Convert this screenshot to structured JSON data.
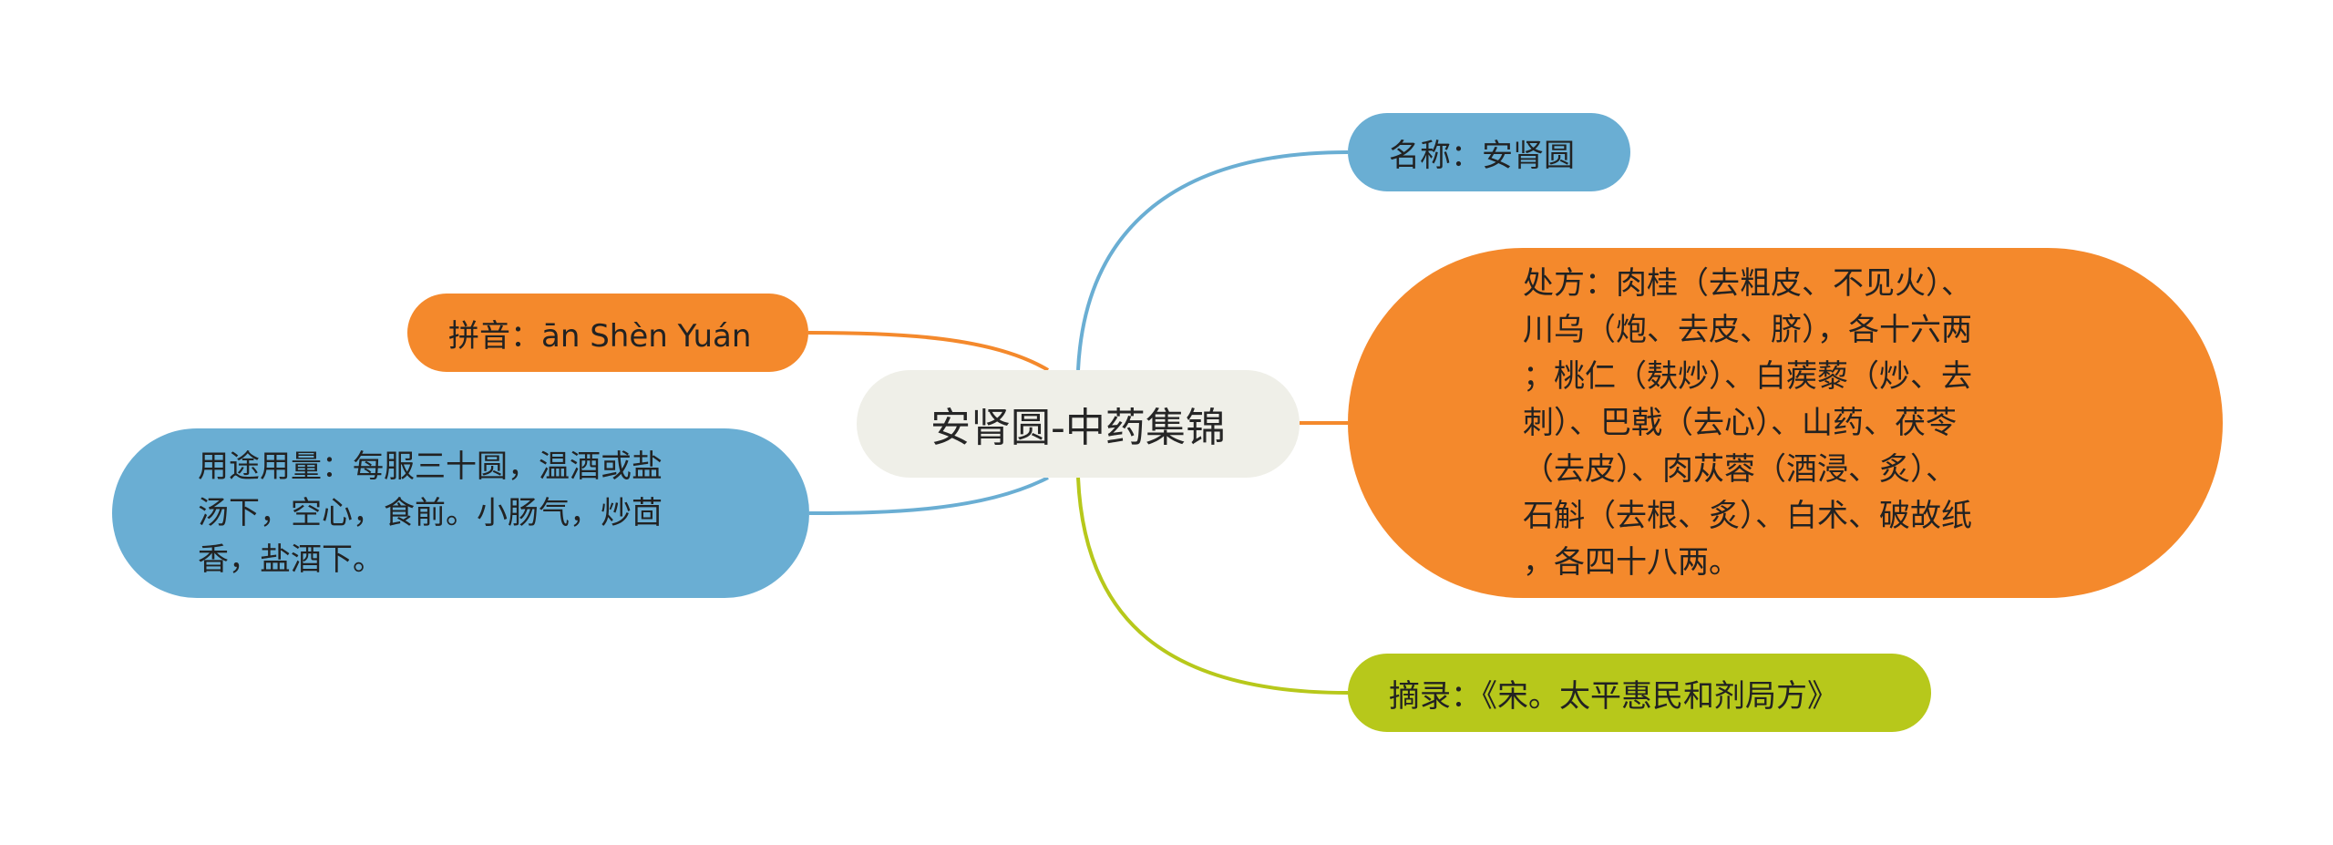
{
  "colors": {
    "background": "#ffffff",
    "center_fill": "#efefe8",
    "blue": "#6aaed3",
    "orange": "#f4892c",
    "green": "#b7c81b",
    "connector_blue": "#6aaed3",
    "connector_orange": "#f4892c",
    "connector_green": "#b7c81b"
  },
  "mindmap": {
    "center": {
      "text": "安肾圆-中药集锦"
    },
    "nodes": {
      "name": {
        "text": "名称：安肾圆",
        "color": "blue"
      },
      "pinyin": {
        "text": "拼音：ān Shèn Yuán",
        "color": "orange"
      },
      "usage": {
        "text": "用途用量：每服三十圆，温酒或盐\n汤下，空心，食前。小肠气，炒茴\n香，盐酒下。",
        "color": "blue"
      },
      "formula": {
        "text": "处方：肉桂（去粗皮、不见火）、\n川乌（炮、去皮、脐），各十六两\n；桃仁（麸炒）、白蒺藜（炒、去\n刺）、巴戟（去心）、山药、茯苓\n（去皮）、肉苁蓉（酒浸、炙）、\n石斛（去根、炙）、白术、破故纸\n，各四十八两。",
        "color": "orange"
      },
      "source": {
        "text": "摘录：《宋。太平惠民和剂局方》",
        "color": "green"
      }
    }
  }
}
